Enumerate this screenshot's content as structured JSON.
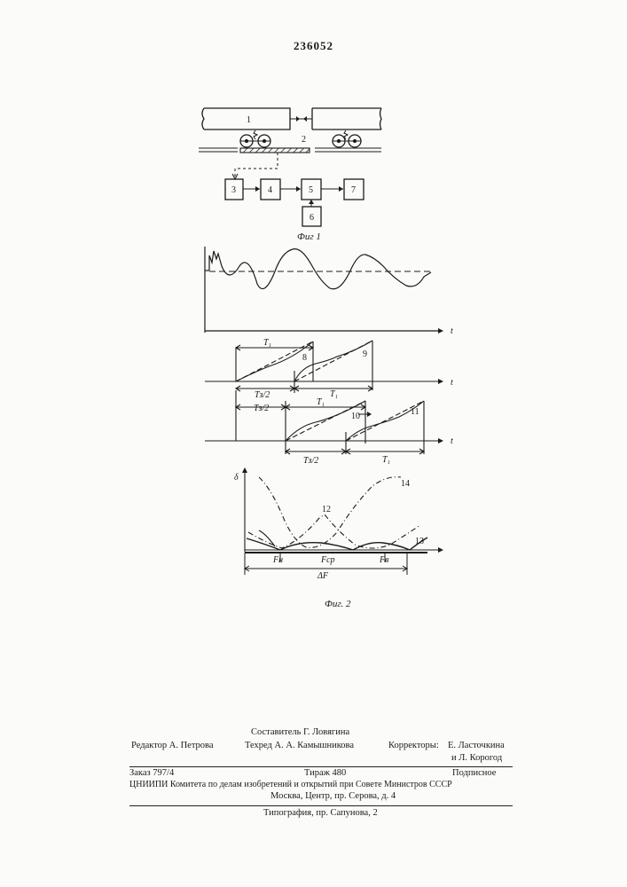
{
  "page_number": "236052",
  "figure1": {
    "caption": "Фиг 1",
    "labels": [
      "1",
      "2",
      "3",
      "4",
      "5",
      "6",
      "7"
    ]
  },
  "figure2": {
    "caption": "Фиг. 2",
    "axis_t": "t",
    "axis_delta": "δ",
    "curve_labels": [
      "8",
      "9",
      "10",
      "11",
      "12",
      "13",
      "14"
    ],
    "period_T1": "T₁",
    "period_Tz_over_2": "Tз/2",
    "freq_low": "Fн",
    "freq_mid": "Fср",
    "freq_high": "Fв",
    "band": "ΔF"
  },
  "footer": {
    "compiler": "Составитель Г. Ловягина",
    "editor": "Редактор А. Петрова",
    "techred": "Техред А. А. Камышникова",
    "correctors_label": "Корректоры:",
    "corrector1": "Е. Ласточкина",
    "corrector2": "и Л. Корогод",
    "order": "Заказ 797/4",
    "circulation": "Тираж 480",
    "subscription": "Подписное",
    "institute": "ЦНИИПИ Комитета по делам изобретений и открытий при Совете Министров СССР",
    "address": "Москва, Центр, пр. Серова, д. 4",
    "printing": "Типография, пр. Сапунова, 2"
  }
}
